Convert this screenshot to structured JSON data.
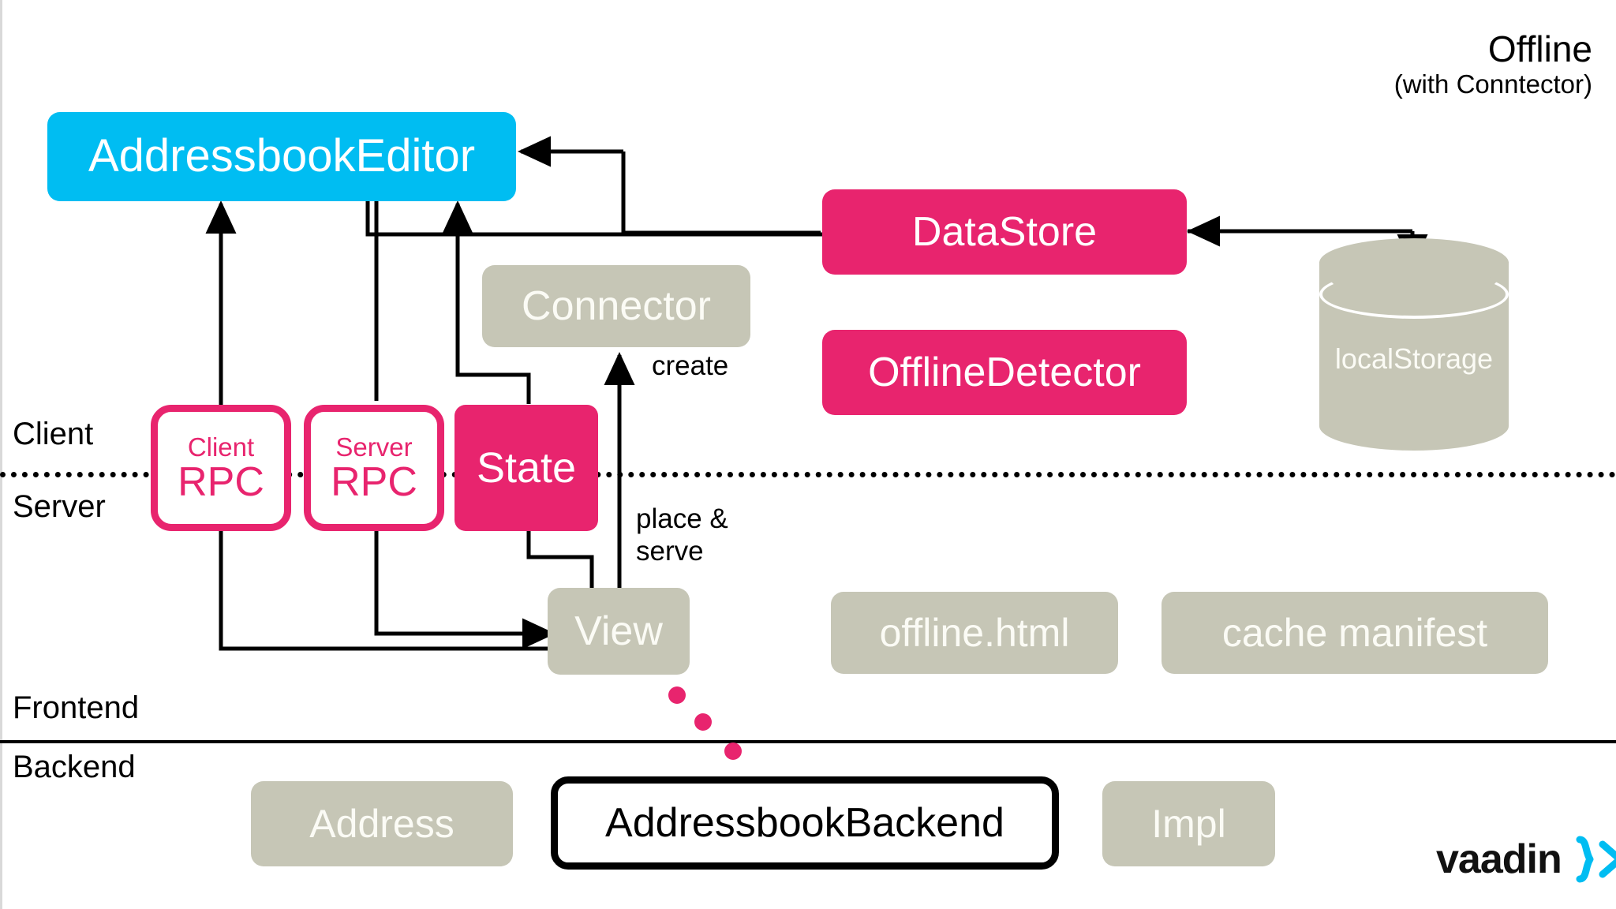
{
  "heading": {
    "title": "Offline",
    "subtitle": "(with Conntector)"
  },
  "bands": [
    {
      "label": "Client"
    },
    {
      "label": "Server"
    },
    {
      "label": "Frontend"
    },
    {
      "label": "Backend"
    }
  ],
  "nodes": {
    "editor": "AddressbookEditor",
    "datastore": "DataStore",
    "offline_detector": "OfflineDetector",
    "connector": "Connector",
    "client_rpc_top": "Client",
    "client_rpc_bottom": "RPC",
    "server_rpc_top": "Server",
    "server_rpc_bottom": "RPC",
    "state": "State",
    "view": "View",
    "offline_html": "offline.html",
    "cache_manifest": "cache manifest",
    "address": "Address",
    "addressbook_backend": "AddressbookBackend",
    "impl": "Impl",
    "local_storage": "localStorage"
  },
  "annotations": {
    "create": "create",
    "place_serve_line1": "place &",
    "place_serve_line2": "serve"
  },
  "logo": {
    "wordmark": "vaadin",
    "glyph": "}>"
  },
  "colors": {
    "cyan": "#00bdf2",
    "pink": "#e8246e",
    "khaki": "#c6c6b6",
    "line": "#000000",
    "background": "#ffffff"
  }
}
